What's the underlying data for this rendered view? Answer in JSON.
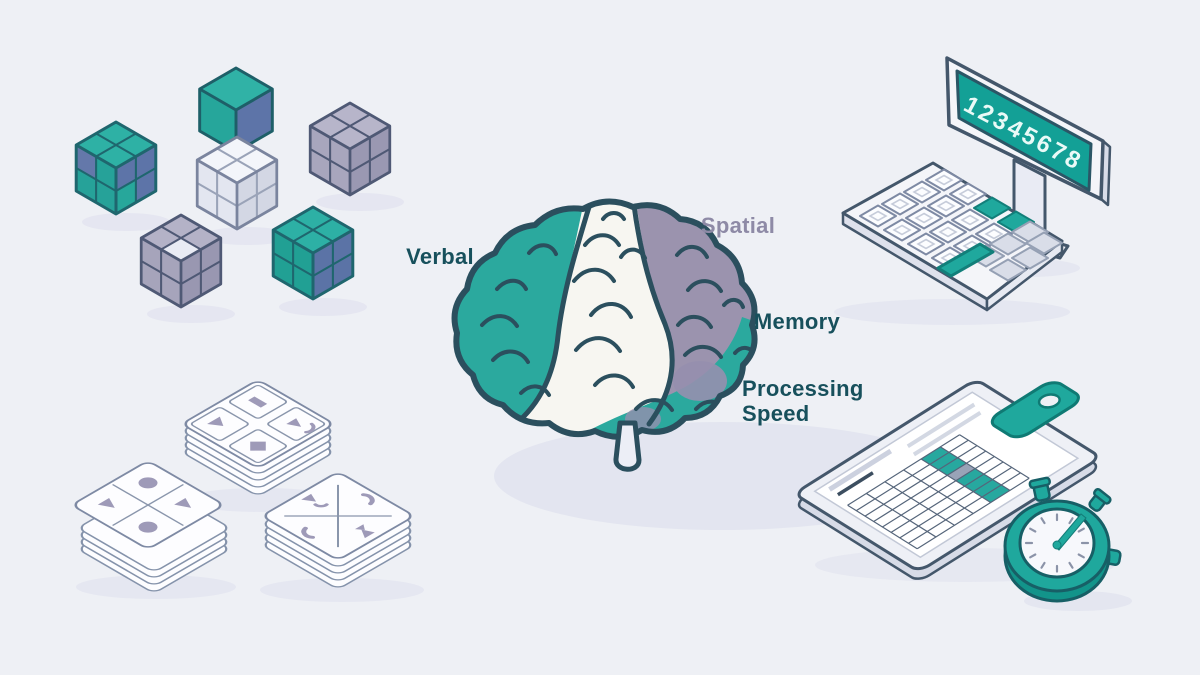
{
  "scene": {
    "description": "Isometric illustration of cognitive ability domains surrounding a color-coded brain",
    "background": "#eef0f5"
  },
  "theme": {
    "background": "#eef0f5",
    "teal": "#1fa89d",
    "teal_bright": "#2eb1a5",
    "teal_deep": "#14948b",
    "blue": "#5d74a8",
    "lavender": "#b6b4c9",
    "purple_gray": "#9b93ae",
    "outline": "#2b4f5e",
    "slate": "#44576b",
    "paper": "#f4f5f9",
    "page_white": "#ffffff",
    "screen_teal": "#13a096",
    "digit_color": "#e9faf7",
    "shape_purple": "#9e9ab8",
    "shadow": "#e1e3ef",
    "label_dark": "#17505c",
    "label_purple": "#8e8aa6"
  },
  "brain": {
    "labels": {
      "verbal": "Verbal",
      "spatial": "Spatial",
      "memory": "Memory",
      "processing_line1": "Processing",
      "processing_line2": "Speed"
    }
  },
  "monitor": {
    "screen_text": "12345678"
  },
  "illustrations": {
    "cubes": "block-design-cubes",
    "cards": "pattern-card-stacks",
    "monitor_keypad": "digit-display-with-keypad",
    "clipboard": "score-sheet-clipboard",
    "stopwatch": "stopwatch"
  }
}
